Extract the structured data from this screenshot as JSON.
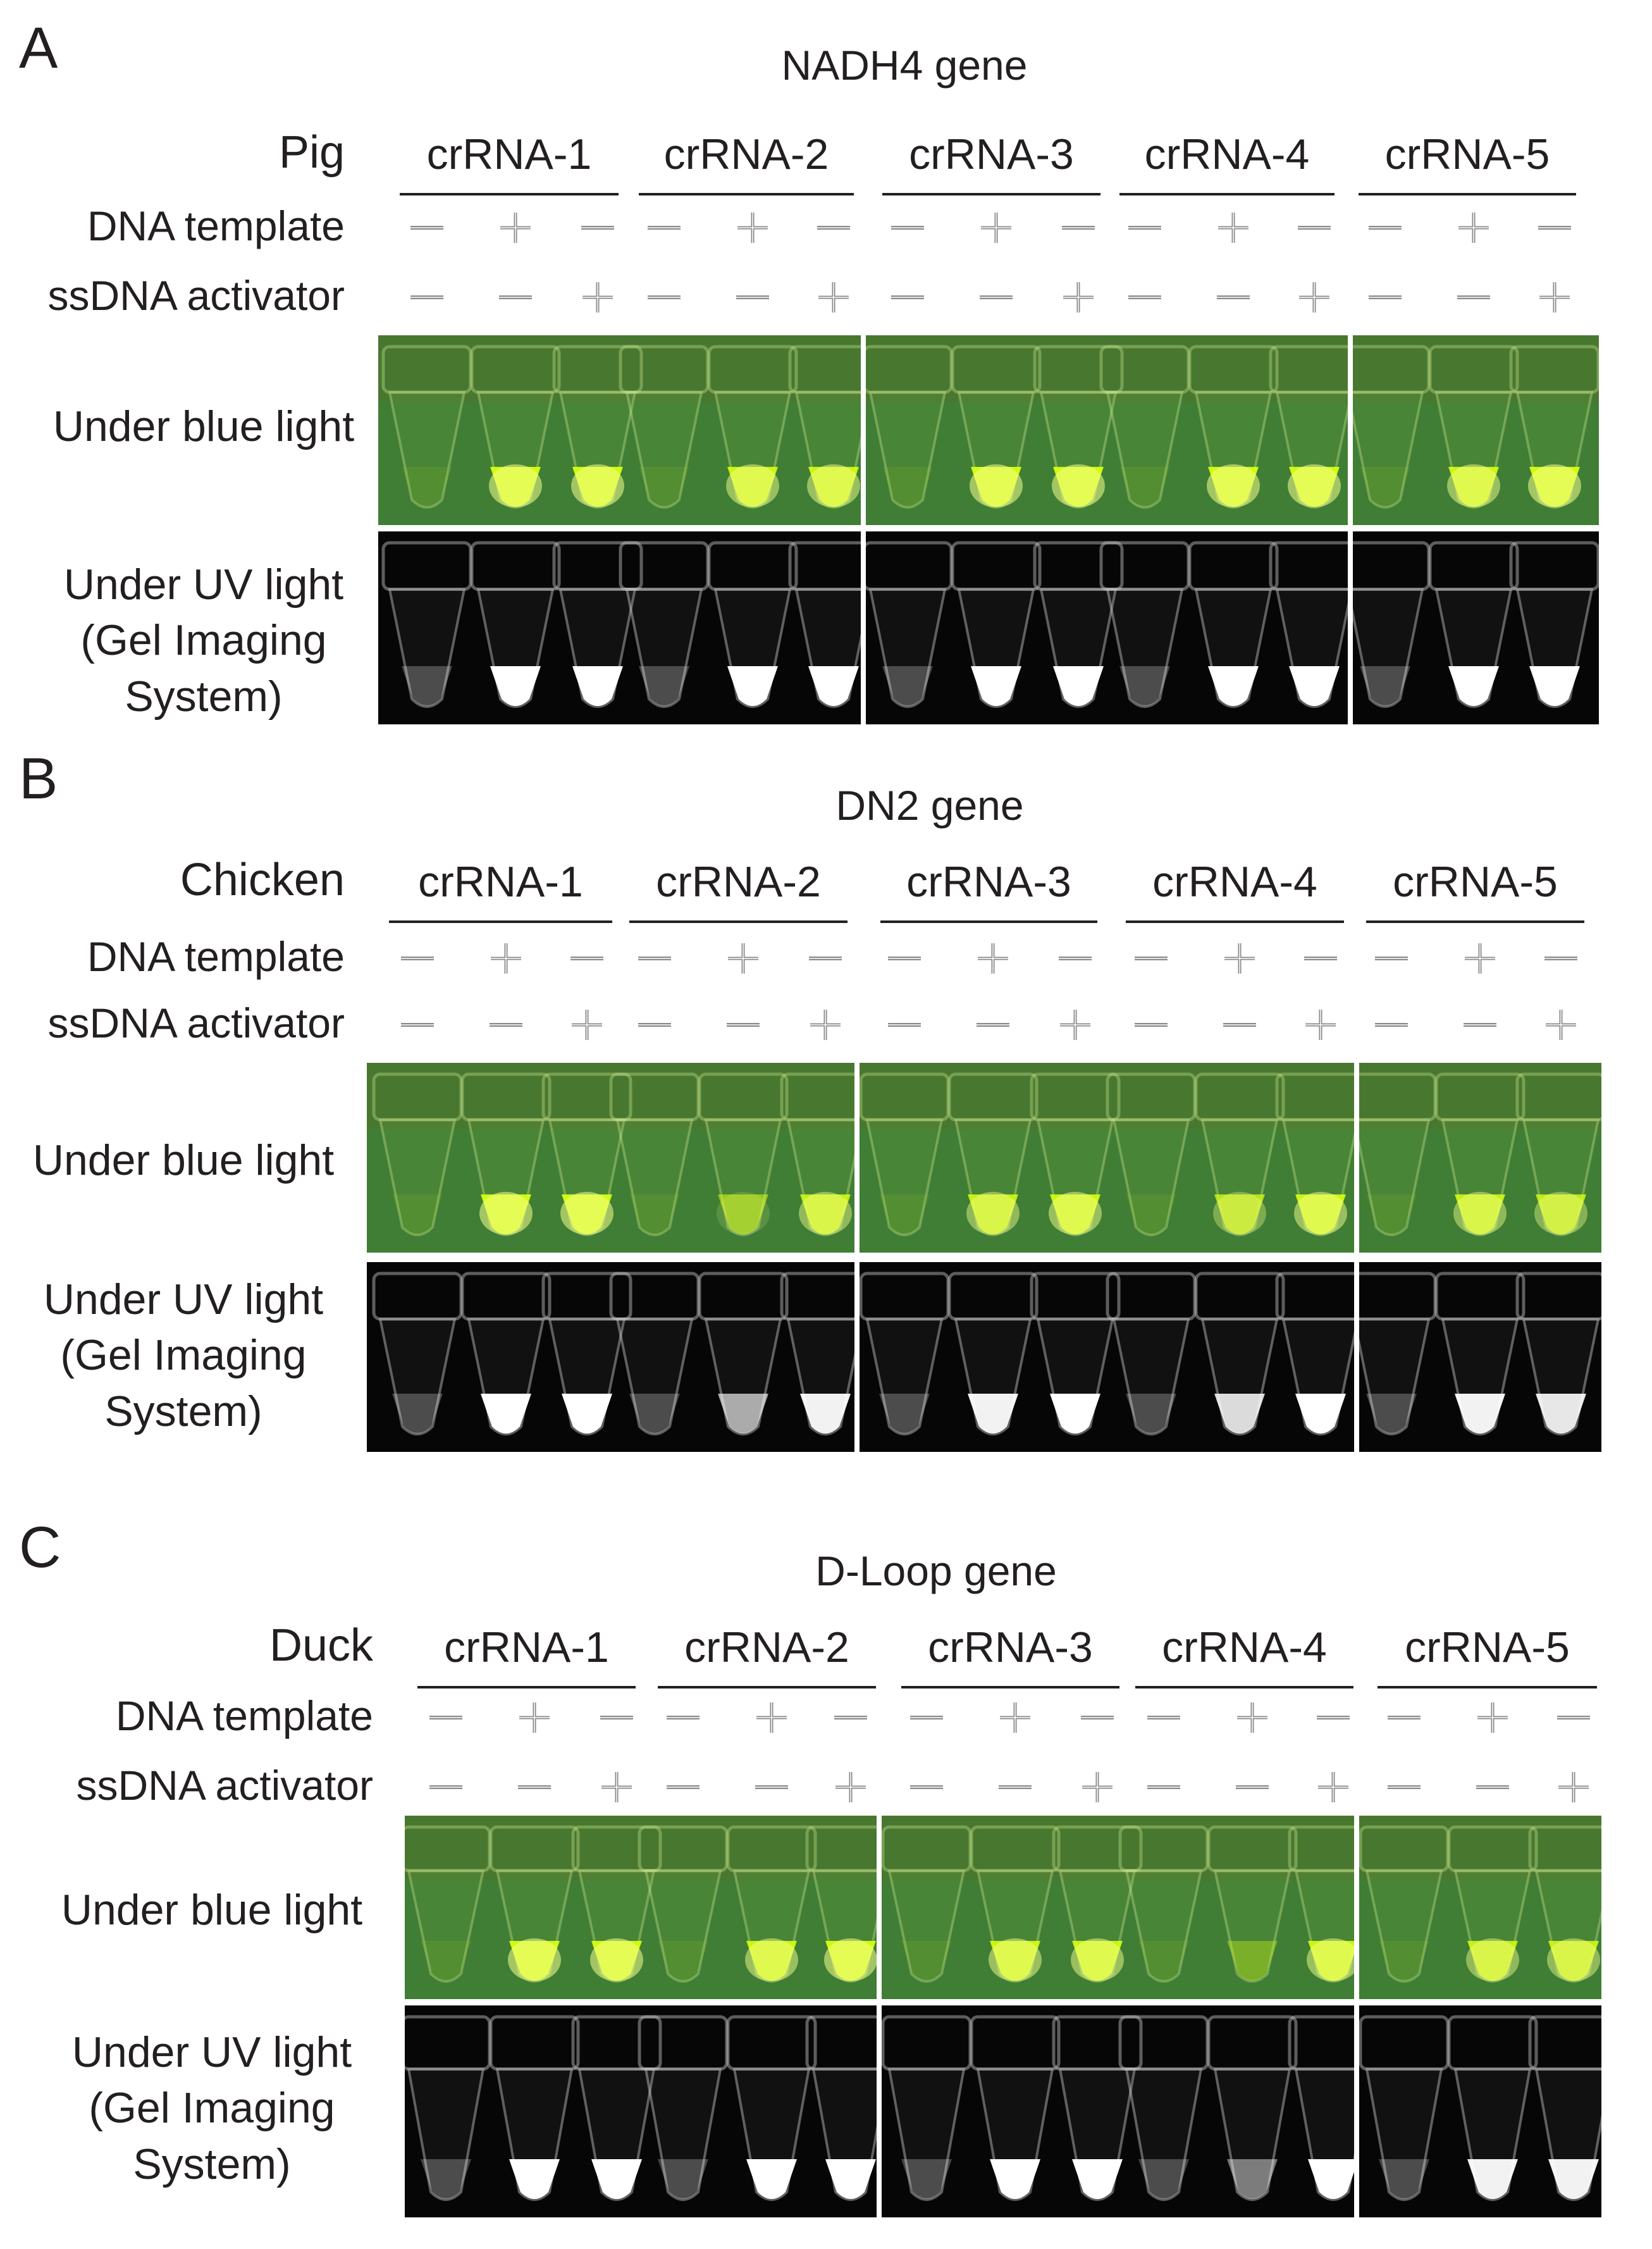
{
  "row_labels": {
    "template": "DNA template",
    "activator": "ssDNA activator",
    "blue": "Under blue light",
    "uv_line1": "Under UV light",
    "uv_line2": "(Gel Imaging",
    "uv_line3": "System)"
  },
  "crrna_labels": [
    "crRNA-1",
    "crRNA-2",
    "crRNA-3",
    "crRNA-4",
    "crRNA-5"
  ],
  "template_signs": [
    "−",
    "+",
    "−"
  ],
  "activator_signs": [
    "−",
    "−",
    "+"
  ],
  "panels": [
    {
      "letter": "A",
      "gene": "NADH4 gene",
      "species": "Pig"
    },
    {
      "letter": "B",
      "gene": "DN2 gene",
      "species": "Chicken"
    },
    {
      "letter": "C",
      "gene": "D-Loop gene",
      "species": "Duck"
    }
  ],
  "tube_fluorescence": {
    "note": "relative signal per tube (0-1), order: template-/activator-, template+, activator+",
    "A": [
      [
        0.05,
        0.95,
        0.95
      ],
      [
        0.05,
        0.9,
        0.9
      ],
      [
        0.08,
        0.95,
        0.95
      ],
      [
        0.08,
        0.95,
        0.95
      ],
      [
        0.05,
        0.9,
        0.95
      ]
    ],
    "B": [
      [
        0.05,
        0.95,
        0.95
      ],
      [
        0.05,
        0.55,
        0.85
      ],
      [
        0.05,
        0.85,
        0.9
      ],
      [
        0.05,
        0.75,
        0.9
      ],
      [
        0.05,
        0.85,
        0.8
      ]
    ],
    "C": [
      [
        0.05,
        0.95,
        0.95
      ],
      [
        0.05,
        0.9,
        0.95
      ],
      [
        0.05,
        0.9,
        0.9
      ],
      [
        0.05,
        0.35,
        0.9
      ],
      [
        0.05,
        0.85,
        0.85
      ]
    ]
  },
  "colors": {
    "blue_bg": "#3f7e34",
    "blue_glow": "#d8ff10",
    "uv_bg": "#060606",
    "uv_glow": "#ffffff",
    "text": "#231f20"
  }
}
